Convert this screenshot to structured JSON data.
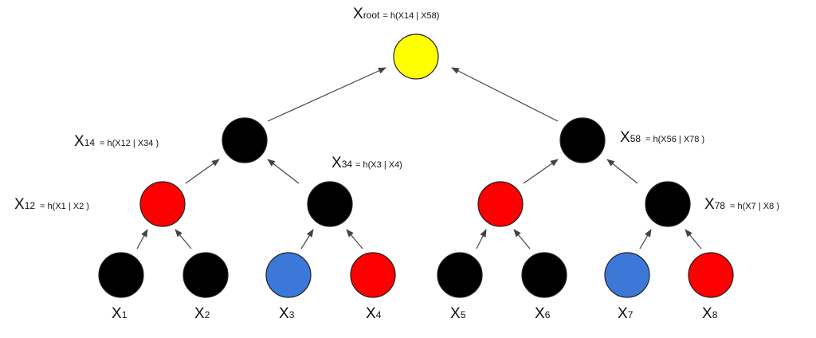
{
  "colors": {
    "black": "#000000",
    "red": "#ff0000",
    "blue": "#3c78d8",
    "yellow": "#ffff00",
    "edge": "#444444"
  },
  "nodes": {
    "root": {
      "color": "yellow",
      "name": "X",
      "sub": "root",
      "eq": "= h(X14 | X58)"
    },
    "x14": {
      "color": "black",
      "name": "X",
      "sub": "14",
      "eq": "= h(X12 | X34 )"
    },
    "x58": {
      "color": "black",
      "name": "X",
      "sub": "58",
      "eq": "= h(X56 | X78 )"
    },
    "x12": {
      "color": "red",
      "name": "X",
      "sub": "12",
      "eq": "= h(X1 | X2 )"
    },
    "x34": {
      "color": "black",
      "name": "X",
      "sub": "34",
      "eq": "= h(X3 | X4)"
    },
    "x56": {
      "color": "red"
    },
    "x78": {
      "color": "black",
      "name": "X",
      "sub": "78",
      "eq": "= h(X7 | X8 )"
    },
    "x1": {
      "color": "black",
      "name": "X",
      "sub": "1"
    },
    "x2": {
      "color": "black",
      "name": "X",
      "sub": "2"
    },
    "x3": {
      "color": "blue",
      "name": "X",
      "sub": "3"
    },
    "x4": {
      "color": "red",
      "name": "X",
      "sub": "4"
    },
    "x5": {
      "color": "black",
      "name": "X",
      "sub": "5"
    },
    "x6": {
      "color": "black",
      "name": "X",
      "sub": "6"
    },
    "x7": {
      "color": "blue",
      "name": "X",
      "sub": "7"
    },
    "x8": {
      "color": "red",
      "name": "X",
      "sub": "8"
    }
  }
}
